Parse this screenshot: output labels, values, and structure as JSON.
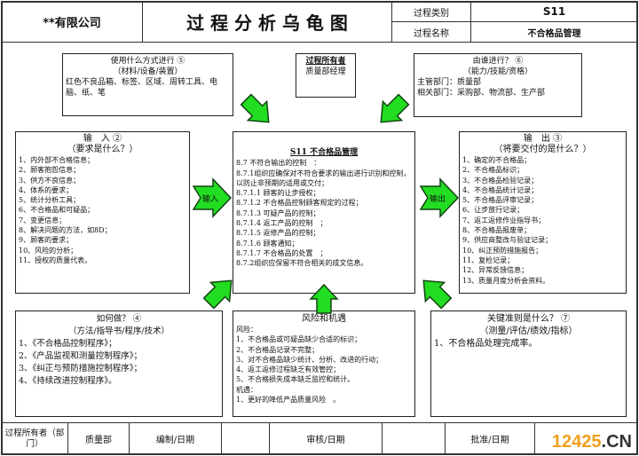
{
  "header": {
    "company": "**有限公司",
    "title": "过 程 分 析 乌 龟 图",
    "category_label": "过程类别",
    "category_value": "S11",
    "name_label": "过程名称",
    "name_value": "不合格品管理"
  },
  "resources": {
    "title": "使用什么方式进行 ⑤",
    "subtitle": "（材料/设备/装置）",
    "text": "红色不良品箱、标签、区域、周转工具、电脑、纸、笔"
  },
  "owner": {
    "title": "过程所有者",
    "value": "质量部经理"
  },
  "who": {
    "title": "由谁进行？ ⑥",
    "subtitle": "（能力/技能/资格）",
    "lines": [
      "主管部门：质量部",
      "相关部门：采购部、物流部、生产部"
    ]
  },
  "inputs": {
    "title": "输　入 ②",
    "subtitle": "（要求是什么？）",
    "items": [
      "1、内外部不合格信息；",
      "2、顾客抱怨信息；",
      "3、供方不良信息；",
      "4、体系的要求；",
      "5、统计分析工具；",
      "6、不合格品和可疑品；",
      "7、变更信息；",
      "8、解决问题的方法，如8D；",
      "9、顾客的要求；",
      "10、风险的分析；",
      "11、授权的质量代表。"
    ]
  },
  "process": {
    "title": "S11 不合格品管理",
    "items": [
      "8.7 不符合输出的控制　：",
      "8.7.1组织应确保对不符合要求的输出进行识别和控制，以防止非预期的适用或交付；",
      "8.7.1.1 顾客的让步授权；",
      "8.7.1.2 不合格品控制顾客规定的过程；",
      "8.7.1.3 可疑产品的控制；",
      "8.7.1.4 返工产品的控制　；",
      "8.7.1.5 返修产品的控制；",
      "8.7.1.6 顾客通知；",
      "8.7.1.7 不合格品的处置　；",
      "8.7.2组织应保留不符合相关的成文信息。"
    ]
  },
  "outputs": {
    "title": "输　出 ③",
    "subtitle": "（将要交付的是什么？）",
    "items": [
      "1、确定的不合格品；",
      "2、不合格品标识；",
      "3、不合格品检验记录；",
      "4、不合格品统计记录；",
      "5、不合格品评审记录；",
      "6、让步放行记录；",
      "7、返工返修作业指导书；",
      "8、不合格品报废单；",
      "9、供应商整改与验证记录；",
      "10、纠正预防措施报告；",
      "11、复检记录；",
      "12、异常反馈信息；",
      "13、质量月度分析会资料。"
    ]
  },
  "arrows": {
    "input_label": "输入",
    "output_label": "输出",
    "color": "#22dd22"
  },
  "how": {
    "title": "如何做？ ④",
    "subtitle": "（方法/指导书/程序/技术）",
    "items": [
      "1、《不合格品控制程序》；",
      "2、《产品监视和测量控制程序》；",
      "3、《纠正与预防措施控制程序》；",
      "4、《持续改进控制程序》。"
    ]
  },
  "risk": {
    "title": "风险和机遇",
    "lines": [
      "风险：",
      "1、不合格品或可疑品缺少合适的标识；",
      "2、不合格品记录不完整；",
      "3、对不合格品缺少统计、分析、改进的行动；",
      "4、返工返修过程缺乏有效管控；",
      "5、不合格损失成本缺乏监控和统计。",
      "机遇：",
      "1、更好的降低产品质量风险　。"
    ]
  },
  "criteria": {
    "title": "关键准则是什么？ ⑦",
    "subtitle": "（测量/评估/绩效/指标）",
    "items": [
      "1、不合格品处理完成率。"
    ]
  },
  "footer": {
    "owner_label": "过程所有者（部门）",
    "owner_value": "质量部",
    "prepared": "编制/日期",
    "reviewed": "审核/日期",
    "approved": "批准/日期"
  },
  "watermark": {
    "num": "12425",
    "suffix": ".CN"
  }
}
